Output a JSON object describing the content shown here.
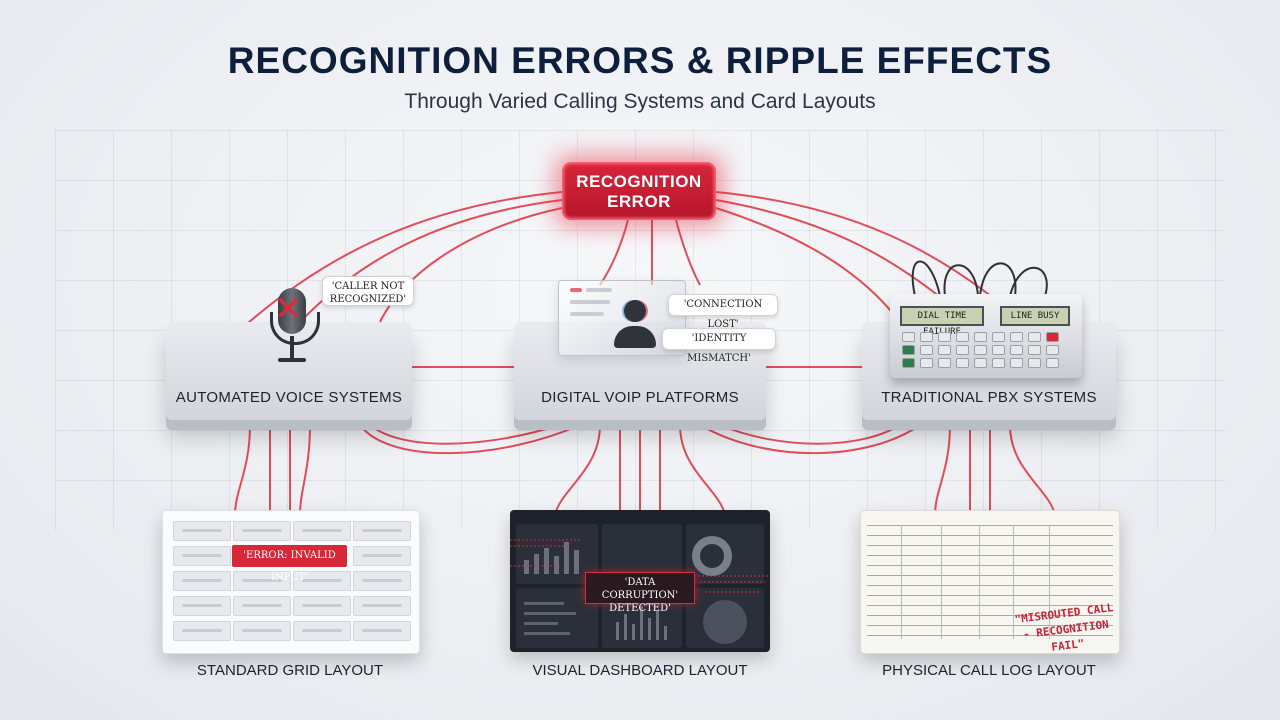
{
  "header": {
    "title": "RECOGNITION ERRORS & RIPPLE EFFECTS",
    "subtitle": "Through Varied Calling Systems and Card Layouts"
  },
  "center_node": {
    "label": "RECOGNITION ERROR"
  },
  "systems": [
    {
      "label": "AUTOMATED VOICE SYSTEMS",
      "icon": "microphone-icon",
      "callout": "'CALLER NOT RECOGNIZED'"
    },
    {
      "label": "DIGITAL VOIP PLATFORMS",
      "icon": "profile-card-icon",
      "callouts": [
        "'CONNECTION LOST'",
        "'IDENTITY MISMATCH'"
      ]
    },
    {
      "label": "TRADITIONAL PBX SYSTEMS",
      "icon": "pbx-console-icon",
      "screens": [
        "DIAL TIME FAILURE",
        "LINE BUSY"
      ]
    }
  ],
  "layouts": [
    {
      "label": "STANDARD GRID LAYOUT",
      "callout": "'ERROR: INVALID INPUT'"
    },
    {
      "label": "VISUAL DASHBOARD LAYOUT",
      "callout": "'DATA CORRUPTION' DETECTED'"
    },
    {
      "label": "PHYSICAL CALL LOG LAYOUT",
      "callout": "\"MISROUTED CALL - RECOGNITION FAIL\""
    }
  ],
  "colors": {
    "accent_red": "#d62839",
    "title_navy": "#0d1f3c",
    "dark_card": "#1e222a"
  }
}
